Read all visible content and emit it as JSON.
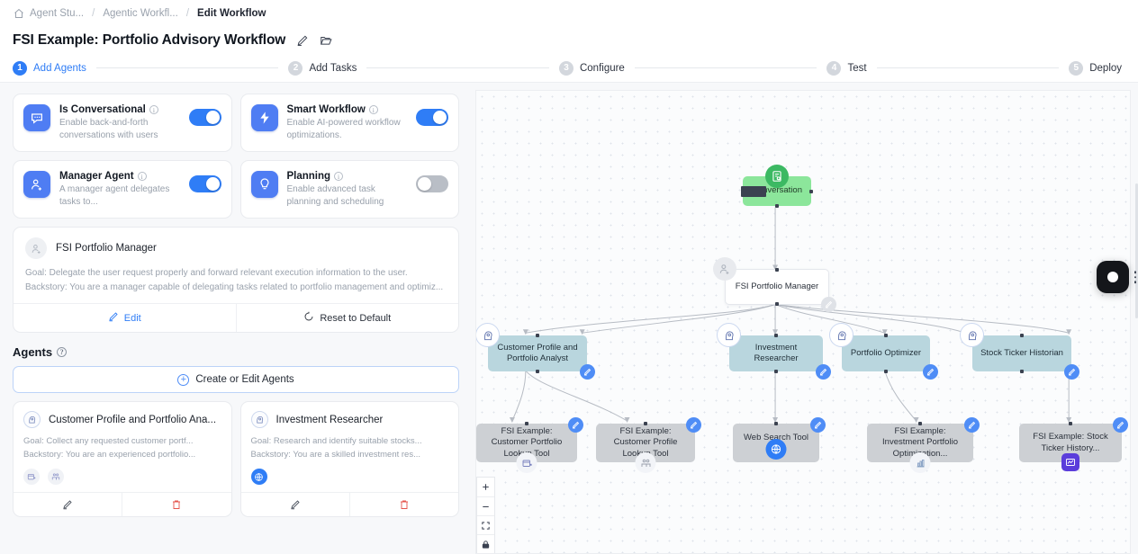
{
  "breadcrumb": {
    "home_icon": "home-icon",
    "items": [
      {
        "label": "Agent Stu...",
        "current": false
      },
      {
        "label": "Agentic Workfl...",
        "current": false
      },
      {
        "label": "Edit Workflow",
        "current": true
      }
    ],
    "separator": "/"
  },
  "header": {
    "title": "FSI Example: Portfolio Advisory Workflow",
    "edit_icon": "pencil-icon",
    "folder_icon": "folder-icon"
  },
  "stepper": {
    "steps": [
      {
        "num": "1",
        "label": "Add Agents",
        "active": true
      },
      {
        "num": "2",
        "label": "Add Tasks",
        "active": false
      },
      {
        "num": "3",
        "label": "Configure",
        "active": false
      },
      {
        "num": "4",
        "label": "Test",
        "active": false
      },
      {
        "num": "5",
        "label": "Deploy",
        "active": false
      }
    ]
  },
  "toggles": [
    {
      "title": "Is Conversational",
      "desc": "Enable back-and-forth conversations with users",
      "icon": "chat-bubble-icon",
      "on": true
    },
    {
      "title": "Smart Workflow",
      "desc": "Enable AI-powered workflow optimizations.",
      "icon": "lightning-bolt-icon",
      "on": true
    },
    {
      "title": "Manager Agent",
      "desc": "A manager agent delegates tasks to...",
      "icon": "person-add-icon",
      "on": true
    },
    {
      "title": "Planning",
      "desc": "Enable advanced task planning and scheduling",
      "icon": "lightbulb-icon",
      "on": false
    }
  ],
  "manager_card": {
    "avatar_icon": "person-add-icon",
    "name": "FSI Portfolio Manager",
    "goal": "Goal: Delegate the user request properly and forward relevant execution information to the user.",
    "backstory": "Backstory: You are a manager capable of delegating tasks related to portfolio management and optimiz...",
    "edit_label": "Edit",
    "edit_icon": "pencil-icon",
    "reset_label": "Reset to Default",
    "reset_icon": "reset-icon"
  },
  "agents_section": {
    "heading": "Agents",
    "help_icon": "question-mark-icon",
    "create_label": "Create or Edit Agents",
    "create_icon": "plus-circle-icon",
    "cards": [
      {
        "avatar_icon": "agent-head-icon",
        "name": "Customer Profile and Portfolio Ana...",
        "goal": "Goal: Collect any requested customer portf...",
        "backstory": "Backstory: You are an experienced portfolio...",
        "tools": [
          {
            "icon": "portfolio-lookup-icon",
            "style": "gray"
          },
          {
            "icon": "people-icon",
            "style": "gray"
          }
        ],
        "edit_icon": "pencil-icon",
        "delete_icon": "trash-icon"
      },
      {
        "avatar_icon": "agent-head-icon",
        "name": "Investment Researcher",
        "goal": "Goal: Research and identify suitable stocks...",
        "backstory": "Backstory: You are a skilled investment res...",
        "tools": [
          {
            "icon": "globe-icon",
            "style": "blue"
          }
        ],
        "edit_icon": "pencil-icon",
        "delete_icon": "trash-icon"
      }
    ]
  },
  "canvas": {
    "nodes": [
      {
        "id": "conversation",
        "label": "Conversation",
        "type": "conversation",
        "badge": "conversation-icon"
      },
      {
        "id": "manager",
        "label": "FSI Portfolio Manager",
        "type": "manager",
        "badge": "person-add-icon"
      },
      {
        "id": "agent_customer",
        "label": "Customer Profile and Portfolio Analyst",
        "type": "agent",
        "badge": "agent-head-icon"
      },
      {
        "id": "agent_investment",
        "label": "Investment Researcher",
        "type": "agent",
        "badge": "agent-head-icon"
      },
      {
        "id": "agent_optimizer",
        "label": "Portfolio Optimizer",
        "type": "agent",
        "badge": "agent-head-icon"
      },
      {
        "id": "agent_ticker",
        "label": "Stock Ticker Historian",
        "type": "agent",
        "badge": "agent-head-icon"
      },
      {
        "id": "tool_portfolio_lookup",
        "label": "FSI Example: Customer Portfolio Lookup Tool",
        "type": "tool",
        "chip": "portfolio-lookup-icon"
      },
      {
        "id": "tool_profile_lookup",
        "label": "FSI Example: Customer Profile Lookup Tool",
        "type": "tool",
        "chip": "people-icon"
      },
      {
        "id": "tool_web_search",
        "label": "Web Search Tool",
        "type": "tool",
        "chip": "globe-icon"
      },
      {
        "id": "tool_optimization",
        "label": "FSI Example: Investment Portfolio Optimization...",
        "type": "tool",
        "chip": "chart-icon"
      },
      {
        "id": "tool_ticker_history",
        "label": "FSI Example: Stock Ticker History...",
        "type": "tool",
        "chip": "ticker-icon"
      }
    ],
    "controls": [
      {
        "name": "zoom-in",
        "glyph": "+"
      },
      {
        "name": "zoom-out",
        "glyph": "−"
      },
      {
        "name": "fit-view",
        "glyph": "fit-icon"
      },
      {
        "name": "lock",
        "glyph": "lock-icon"
      }
    ],
    "assistant_icon": "assistant-logo-icon"
  },
  "colors": {
    "accent": "#2f7df6",
    "node_conversation": "#8ce69b",
    "node_agent": "#b9d6de",
    "node_tool": "#cdd0d4",
    "danger": "#e5534b"
  }
}
